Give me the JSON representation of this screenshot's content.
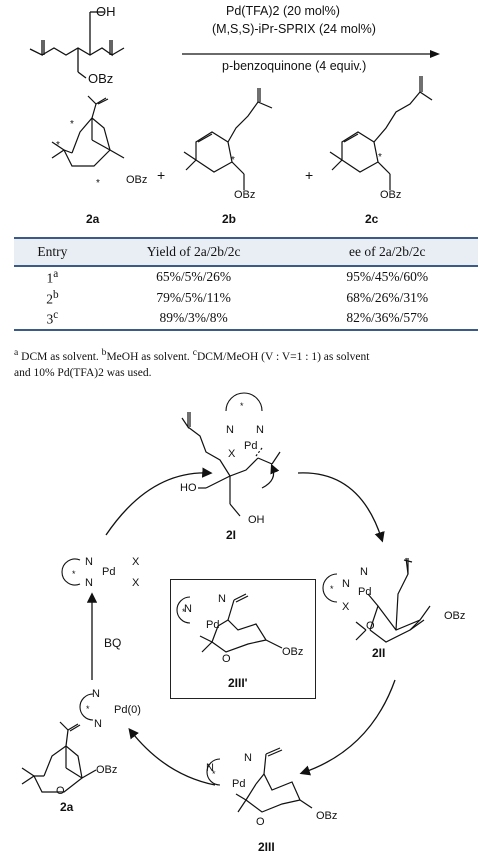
{
  "scheme": {
    "conditions": [
      "Pd(TFA)2 (20 mol%)",
      "(M,S,S)-iPr-SPRIX (24 mol%)",
      "p-benzoquinone (4 equiv.)"
    ],
    "sm_labels": {
      "oh": "OH",
      "obz": "OBz"
    },
    "products": [
      {
        "id": "2a",
        "obz": "OBz"
      },
      {
        "id": "2b",
        "obz": "OBz"
      },
      {
        "id": "2c",
        "obz": "OBz"
      }
    ],
    "plus": "+"
  },
  "table": {
    "headers": [
      "Entry",
      "Yield of 2a/2b/2c",
      "ee of 2a/2b/2c"
    ],
    "rows": [
      {
        "entry": "1",
        "sup": "a",
        "yield": "65%/5%/26%",
        "ee": "95%/45%/60%"
      },
      {
        "entry": "2",
        "sup": "b",
        "yield": "79%/5%/11%",
        "ee": "68%/26%/31%"
      },
      {
        "entry": "3",
        "sup": "c",
        "yield": "89%/3%/8%",
        "ee": "82%/36%/57%"
      }
    ]
  },
  "footnotes": {
    "a": "DCM as solvent.",
    "b": "MeOH as solvent.",
    "c": "DCM/MeOH (V : V=1 : 1) as solvent",
    "c_cont": "and 10% Pd(TFA)2 was used."
  },
  "cycle": {
    "catalyst": {
      "n1": "N",
      "n2": "N",
      "pd": "Pd",
      "x1": "X",
      "x2": "X"
    },
    "int_2I": {
      "label": "2I",
      "ho": "HO",
      "oh": "OH",
      "n": "N",
      "n2": "N",
      "pd": "Pd",
      "x": "X"
    },
    "int_2II": {
      "label": "2II",
      "n1": "N",
      "n2": "N",
      "pd": "Pd",
      "x": "X",
      "o": "O",
      "obz": "OBz"
    },
    "int_2IIIp": {
      "label": "2III'",
      "n1": "N",
      "n2": "N",
      "pd": "Pd",
      "o": "O",
      "obz": "OBz"
    },
    "int_2III": {
      "label": "2III",
      "n1": "N",
      "n2": "N",
      "pd": "Pd",
      "o": "O",
      "obz": "OBz"
    },
    "pd0": {
      "n1": "N",
      "n2": "N",
      "pd": "Pd(0)"
    },
    "product": {
      "label": "2a",
      "o": "O",
      "obz": "OBz"
    },
    "oxidant": "BQ"
  }
}
